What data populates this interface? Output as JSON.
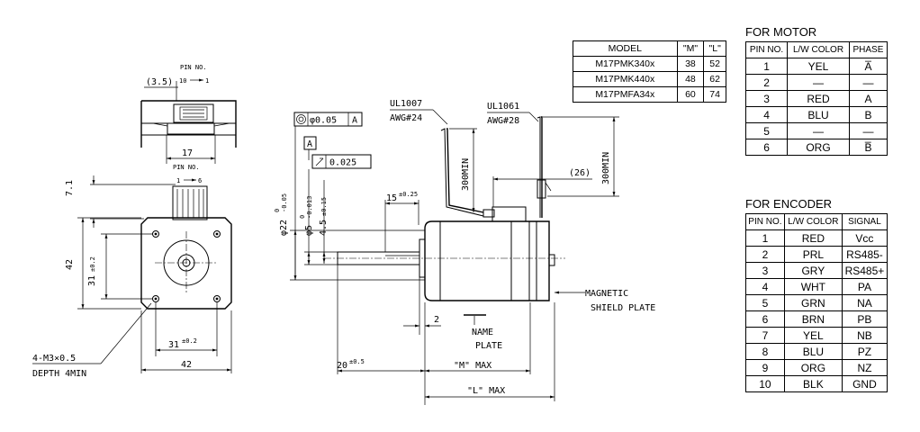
{
  "drawing": {
    "top_view": {
      "pin_no": "PIN NO.",
      "pin_first": "10",
      "pin_last": "1",
      "offset": "(3.5)",
      "width": "17"
    },
    "front_view": {
      "pin_no": "PIN NO.",
      "pin_first": "1",
      "pin_last": "6",
      "height_top": "7.1",
      "hole_pitch_v": "31",
      "hole_pitch_v_tol": "±0.2",
      "size_v": "42",
      "hole_pitch_h": "31",
      "hole_pitch_h_tol": "±0.2",
      "size_h": "42",
      "thread": "4-M3×0.5",
      "depth": "DEPTH 4MIN"
    },
    "side_view": {
      "concentricity": "φ0.05",
      "datum": "A",
      "datum_box": "A",
      "runout": "0.025",
      "pilot_dia": "φ22",
      "pilot_tol": "-0.05",
      "pilot_tol_upper": "0",
      "shaft_dia": "φ5",
      "shaft_tol": "-0.013",
      "shaft_tol_upper": "0",
      "flat": "4.5",
      "flat_tol": "±0.15",
      "flat_len": "15",
      "flat_len_tol": "±0.25",
      "cable1_name": "UL1007",
      "cable1_awg": "AWG#24",
      "cable2_name": "UL1061",
      "cable2_awg": "AWG#28",
      "cable_len1": "300MIN",
      "cable_len2": "300MIN",
      "connector_offset": "(26)",
      "pilot_len": "2",
      "name_plate": [
        "NAME",
        "PLATE"
      ],
      "shield": [
        "MAGNETIC",
        "SHIELD PLATE"
      ],
      "shaft_len": "20",
      "shaft_len_tol": "±0.5",
      "m_max": "\"M\" MAX",
      "l_max": "\"L\" MAX"
    }
  },
  "model_table": {
    "headers": [
      "MODEL",
      "\"M\"",
      "\"L\""
    ],
    "rows": [
      [
        "M17PMK340x",
        "38",
        "52"
      ],
      [
        "M17PMK440x",
        "48",
        "62"
      ],
      [
        "M17PMFA34x",
        "60",
        "74"
      ]
    ]
  },
  "motor_table": {
    "caption": "FOR MOTOR",
    "headers": [
      "PIN NO.",
      "L/W COLOR",
      "PHASE"
    ],
    "rows": [
      [
        "1",
        "YEL",
        "A̅"
      ],
      [
        "2",
        "—",
        "—"
      ],
      [
        "3",
        "RED",
        "A"
      ],
      [
        "4",
        "BLU",
        "B"
      ],
      [
        "5",
        "—",
        "—"
      ],
      [
        "6",
        "ORG",
        "B̅"
      ]
    ]
  },
  "encoder_table": {
    "caption": "FOR ENCODER",
    "headers": [
      "PIN NO.",
      "L/W COLOR",
      "SIGNAL"
    ],
    "rows": [
      [
        "1",
        "RED",
        "Vcc"
      ],
      [
        "2",
        "PRL",
        "RS485-"
      ],
      [
        "3",
        "GRY",
        "RS485+"
      ],
      [
        "4",
        "WHT",
        "PA"
      ],
      [
        "5",
        "GRN",
        "NA"
      ],
      [
        "6",
        "BRN",
        "PB"
      ],
      [
        "7",
        "YEL",
        "NB"
      ],
      [
        "8",
        "BLU",
        "PZ"
      ],
      [
        "9",
        "ORG",
        "NZ"
      ],
      [
        "10",
        "BLK",
        "GND"
      ]
    ]
  }
}
